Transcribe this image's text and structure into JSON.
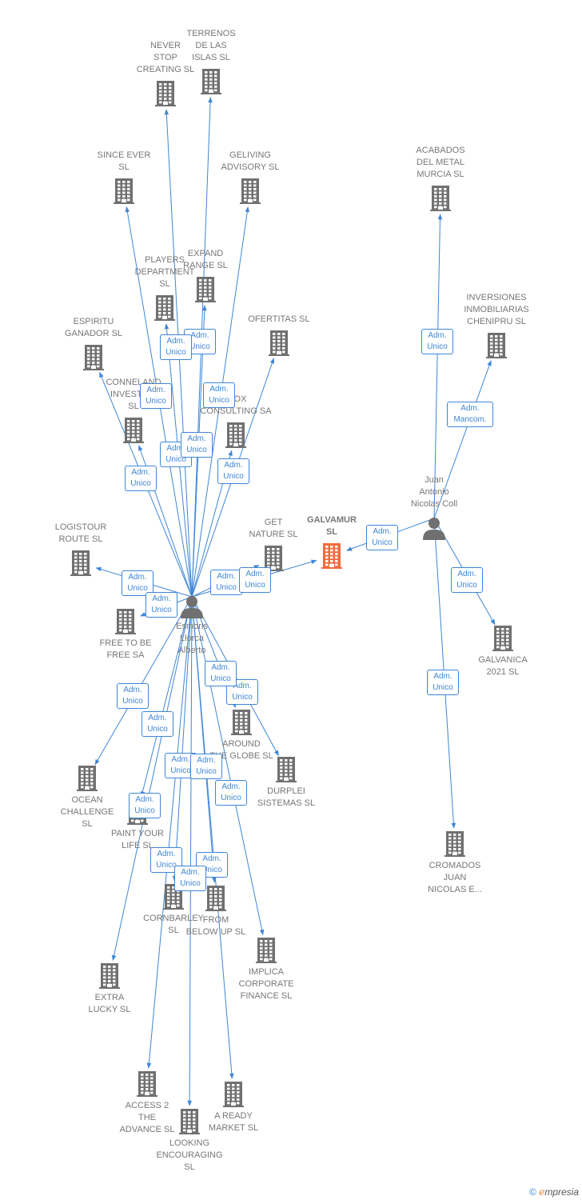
{
  "colors": {
    "edge": "#3f86d6",
    "company_icon": "#707070",
    "focal_icon": "#f26a3c",
    "person_icon": "#707070"
  },
  "brand": {
    "copyright": "©",
    "initial": "e",
    "rest": "mpresia"
  },
  "nodes": [
    {
      "id": "esmoris",
      "kind": "person",
      "label": "Esmoris\nLlorca\nAlberto"
    },
    {
      "id": "juan",
      "kind": "person",
      "label": "Juan\nAntonio\nNicolas Coll"
    },
    {
      "id": "galvamur",
      "kind": "focal",
      "label": "GALVAMUR\nSL"
    },
    {
      "id": "never_stop",
      "kind": "company",
      "label": "NEVER\nSTOP\nCREATING  SL"
    },
    {
      "id": "terrenos",
      "kind": "company",
      "label": "TERRENOS\nDE LAS\nISLAS  SL"
    },
    {
      "id": "since_ever",
      "kind": "company",
      "label": "SINCE EVER\nSL"
    },
    {
      "id": "geliving",
      "kind": "company",
      "label": "GELIVING\nADVISORY  SL"
    },
    {
      "id": "acabados",
      "kind": "company",
      "label": "ACABADOS\nDEL METAL\nMURCIA  SL"
    },
    {
      "id": "expand",
      "kind": "company",
      "label": "EXPAND\nRANGE  SL"
    },
    {
      "id": "players",
      "kind": "company",
      "label": "PLAYERS\nDEPARTMENT\nSL"
    },
    {
      "id": "espiritu",
      "kind": "company",
      "label": "ESPIRITU\nGANADOR SL"
    },
    {
      "id": "ofertitas",
      "kind": "company",
      "label": "OFERTITAS  SL"
    },
    {
      "id": "inversiones",
      "kind": "company",
      "label": "INVERSIONES\nINMOBILIARIAS\nCHENIPRU SL"
    },
    {
      "id": "conneland",
      "kind": "company",
      "label": "CONNELAND\nINVESTM...\nSL"
    },
    {
      "id": "inox",
      "kind": "company",
      "label": "INOX\nCONSULTING SA"
    },
    {
      "id": "logistour",
      "kind": "company",
      "label": "LOGISTOUR\nROUTE  SL"
    },
    {
      "id": "get_nature",
      "kind": "company",
      "label": "GET\nNATURE  SL"
    },
    {
      "id": "free_to_be",
      "kind": "company",
      "label": "FREE TO BE\nFREE SA"
    },
    {
      "id": "galvanica",
      "kind": "company",
      "label": "GALVANICA\n2021  SL"
    },
    {
      "id": "around",
      "kind": "company",
      "label": "AROUND\nTHE GLOBE  SL"
    },
    {
      "id": "durplei",
      "kind": "company",
      "label": "DURPLEI\nSISTEMAS  SL"
    },
    {
      "id": "ocean",
      "kind": "company",
      "label": "OCEAN\nCHALLENGE\nSL"
    },
    {
      "id": "paint",
      "kind": "company",
      "label": "PAINT YOUR\nLIFE  SL"
    },
    {
      "id": "cromados",
      "kind": "company",
      "label": "CROMADOS\nJUAN\nNICOLAS E..."
    },
    {
      "id": "cornbarley",
      "kind": "company",
      "label": "CORNBARLEY\nSL"
    },
    {
      "id": "from_below",
      "kind": "company",
      "label": "FROM\nBELOW UP  SL"
    },
    {
      "id": "implica",
      "kind": "company",
      "label": "IMPLICA\nCORPORATE\nFINANCE  SL"
    },
    {
      "id": "extra",
      "kind": "company",
      "label": "EXTRA\nLUCKY  SL"
    },
    {
      "id": "access",
      "kind": "company",
      "label": "ACCESS 2\nTHE\nADVANCE  SL"
    },
    {
      "id": "ready",
      "kind": "company",
      "label": "A READY\nMARKET  SL"
    },
    {
      "id": "looking",
      "kind": "company",
      "label": "LOOKING\nENCOURAGING\nSL"
    }
  ],
  "edges": [
    {
      "from": "esmoris",
      "to": "never_stop",
      "role": "Adm.\nUnico"
    },
    {
      "from": "esmoris",
      "to": "terrenos",
      "role": "Adm.\nUnico"
    },
    {
      "from": "esmoris",
      "to": "since_ever",
      "role": "Adm.\nUnico"
    },
    {
      "from": "esmoris",
      "to": "geliving",
      "role": "Adm.\nUnico"
    },
    {
      "from": "esmoris",
      "to": "expand",
      "role": "Adm.\nUnico"
    },
    {
      "from": "esmoris",
      "to": "players",
      "role": "Adm.\nUnico"
    },
    {
      "from": "esmoris",
      "to": "espiritu",
      "role": "Adm.\nUnico"
    },
    {
      "from": "esmoris",
      "to": "ofertitas",
      "role": "Adm.\nUnico"
    },
    {
      "from": "esmoris",
      "to": "conneland",
      "role": "Adm.\nUnico"
    },
    {
      "from": "esmoris",
      "to": "inox",
      "role": "Adm.\nUnico"
    },
    {
      "from": "esmoris",
      "to": "logistour",
      "role": "Adm.\nUnico"
    },
    {
      "from": "esmoris",
      "to": "galvamur",
      "role": "Adm.\nUnico"
    },
    {
      "from": "esmoris",
      "to": "get_nature",
      "role": "Adm.\nUnico"
    },
    {
      "from": "esmoris",
      "to": "around",
      "role": "Adm.\nUnico"
    },
    {
      "from": "esmoris",
      "to": "durplei",
      "role": "Adm.\nUnico"
    },
    {
      "from": "esmoris",
      "to": "ocean",
      "role": "Adm.\nUnico"
    },
    {
      "from": "esmoris",
      "to": "paint",
      "role": "Adm.\nUnico"
    },
    {
      "from": "esmoris",
      "to": "cornbarley",
      "role": "Adm.\nUnico"
    },
    {
      "from": "esmoris",
      "to": "from_below",
      "role": "Adm.\nUnico"
    },
    {
      "from": "esmoris",
      "to": "implica",
      "role": "Adm.\nUnico"
    },
    {
      "from": "esmoris",
      "to": "extra",
      "role": "Adm.\nUnico"
    },
    {
      "from": "esmoris",
      "to": "access",
      "role": "Adm.\nUnico"
    },
    {
      "from": "esmoris",
      "to": "ready",
      "role": "Adm.\nUnico"
    },
    {
      "from": "esmoris",
      "to": "looking",
      "role": "Adm.\nUnico"
    },
    {
      "from": "esmoris",
      "to": "free_to_be",
      "role": "Adm.\nUnico"
    },
    {
      "from": "juan",
      "to": "galvamur",
      "role": "Adm.\nUnico"
    },
    {
      "from": "juan",
      "to": "acabados",
      "role": "Adm.\nUnico"
    },
    {
      "from": "juan",
      "to": "inversiones",
      "role": "Adm.\nMancom."
    },
    {
      "from": "juan",
      "to": "galvanica",
      "role": "Adm.\nUnico"
    },
    {
      "from": "juan",
      "to": "cromados",
      "role": "Adm.\nUnico"
    }
  ]
}
